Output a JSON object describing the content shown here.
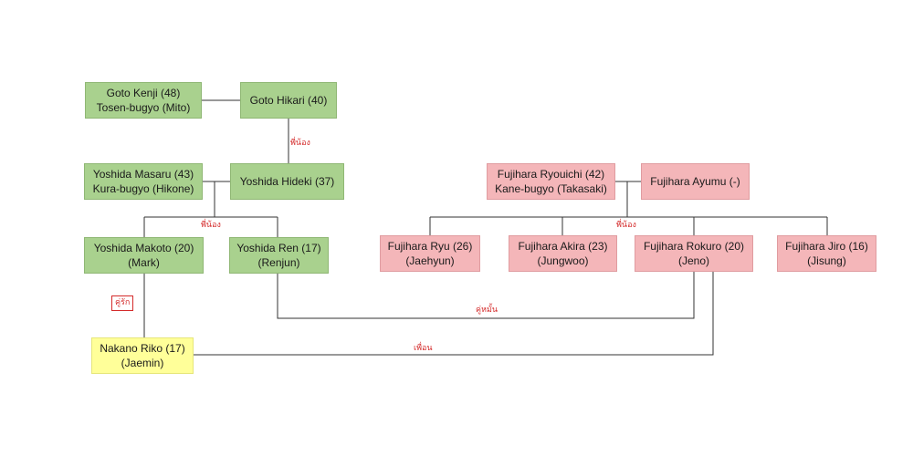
{
  "people": {
    "goto_kenji": {
      "line1": "Goto Kenji (48)",
      "line2": "Tosen-bugyo (Mito)"
    },
    "goto_hikari": {
      "line1": "Goto Hikari (40)"
    },
    "yoshida_masaru": {
      "line1": "Yoshida Masaru (43)",
      "line2": "Kura-bugyo (Hikone)"
    },
    "yoshida_hideki": {
      "line1": "Yoshida Hideki (37)"
    },
    "yoshida_makoto": {
      "line1": "Yoshida Makoto (20)",
      "line2": "(Mark)"
    },
    "yoshida_ren": {
      "line1": "Yoshida Ren (17)",
      "line2": "(Renjun)"
    },
    "nakano_riko": {
      "line1": "Nakano Riko (17)",
      "line2": "(Jaemin)"
    },
    "fujihara_ryouichi": {
      "line1": "Fujihara Ryouichi (42)",
      "line2": "Kane-bugyo (Takasaki)"
    },
    "fujihara_ayumu": {
      "line1": "Fujihara Ayumu (-)"
    },
    "fujihara_ryu": {
      "line1": "Fujihara Ryu (26)",
      "line2": "(Jaehyun)"
    },
    "fujihara_akira": {
      "line1": "Fujihara Akira (23)",
      "line2": "(Jungwoo)"
    },
    "fujihara_rokuro": {
      "line1": "Fujihara Rokuro (20)",
      "line2": "(Jeno)"
    },
    "fujihara_jiro": {
      "line1": "Fujihara Jiro (16)",
      "line2": "(Jisung)"
    }
  },
  "relations": {
    "goto_siblings": "พี่น้อง",
    "yoshida_siblings": "พี่น้อง",
    "fujihara_siblings": "พี่น้อง",
    "makoto_riko": "คู่รัก",
    "ren_rokuro": "คู่หมั้น",
    "riko_rokuro": "เพื่อน"
  },
  "colors": {
    "yoshida_goto": "#a9d18e",
    "fujihara": "#f4b6b9",
    "nakano": "#ffff99",
    "relation_label": "#d42a2a"
  }
}
